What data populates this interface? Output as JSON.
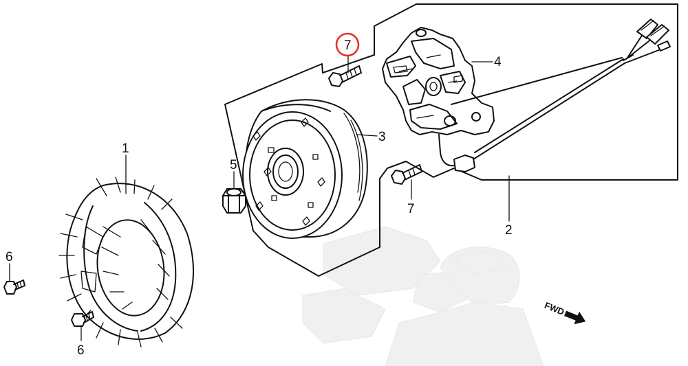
{
  "diagram": {
    "highlight_color": "#e8321e",
    "highlighted_part": "7",
    "direction_label": "FWD",
    "parts": [
      {
        "id": "cooling-fan",
        "number": "1"
      },
      {
        "id": "pulser-wire-harness",
        "number": "2"
      },
      {
        "id": "flywheel-rotor",
        "number": "3"
      },
      {
        "id": "stator-base-coil",
        "number": "4"
      },
      {
        "id": "flywheel-nut",
        "number": "5"
      },
      {
        "id": "fan-bolt-upper",
        "number": "6"
      },
      {
        "id": "fan-bolt-lower",
        "number": "6"
      },
      {
        "id": "stator-screw-upper",
        "number": "7"
      },
      {
        "id": "stator-screw-lower",
        "number": "7"
      }
    ]
  }
}
